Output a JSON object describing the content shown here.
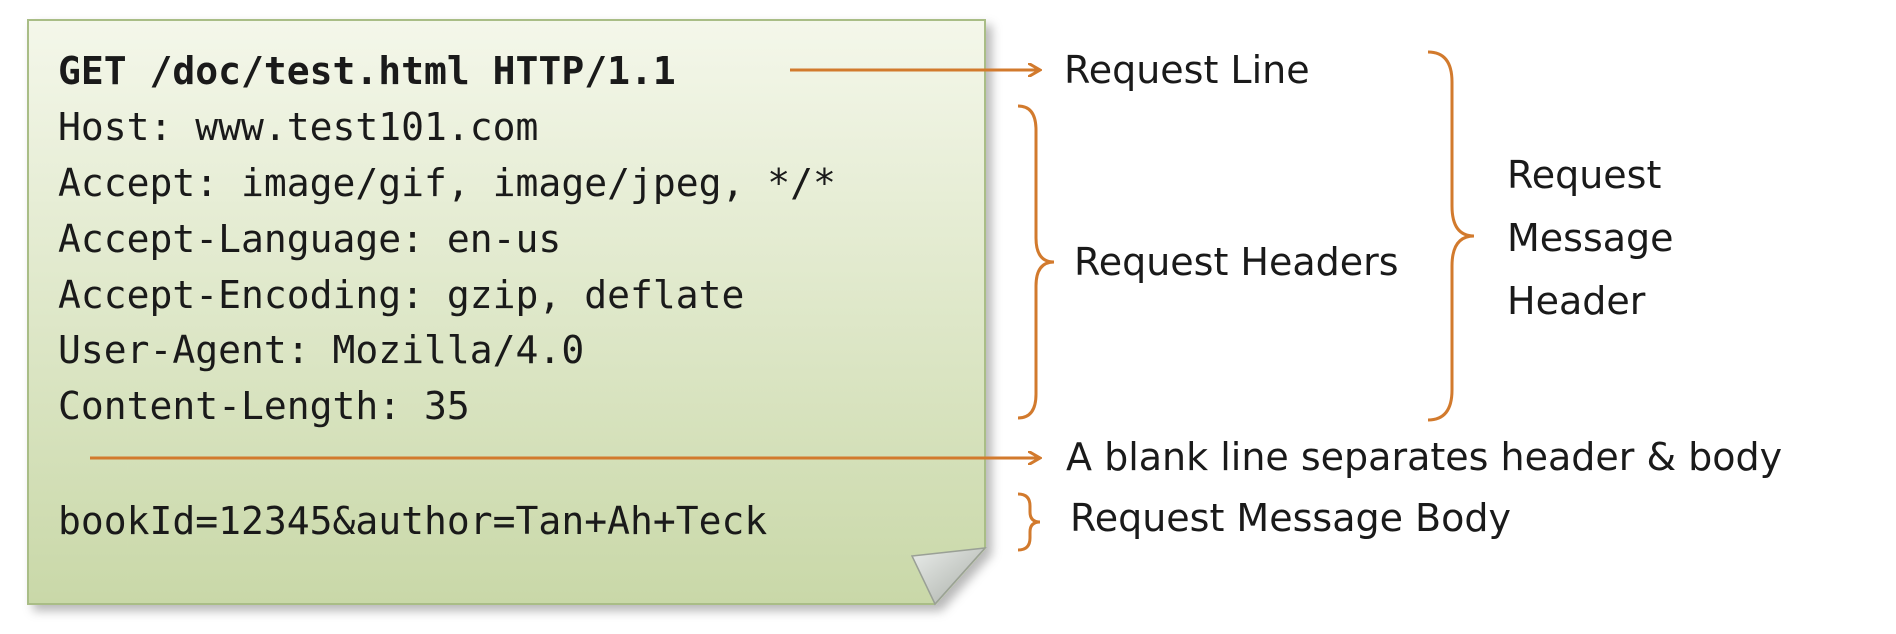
{
  "request": {
    "request_line": "GET /doc/test.html HTTP/1.1",
    "headers": [
      "Host: www.test101.com",
      "Accept: image/gif, image/jpeg, */*",
      "Accept-Language: en-us",
      "Accept-Encoding: gzip, deflate",
      "User-Agent: Mozilla/4.0",
      "Content-Length: 35"
    ],
    "body": "bookId=12345&author=Tan+Ah+Teck"
  },
  "labels": {
    "request_line": "Request Line",
    "request_headers": "Request Headers",
    "message_header": [
      "Request",
      "Message",
      "Header"
    ],
    "blank_line": "A blank line separates header & body",
    "message_body": "Request Message Body"
  },
  "colors": {
    "note_top": "#f4f7ea",
    "note_bottom": "#c9d8a8",
    "note_border": "#a9bd86",
    "accent": "#d27a2d",
    "text": "#1a1a1a"
  }
}
